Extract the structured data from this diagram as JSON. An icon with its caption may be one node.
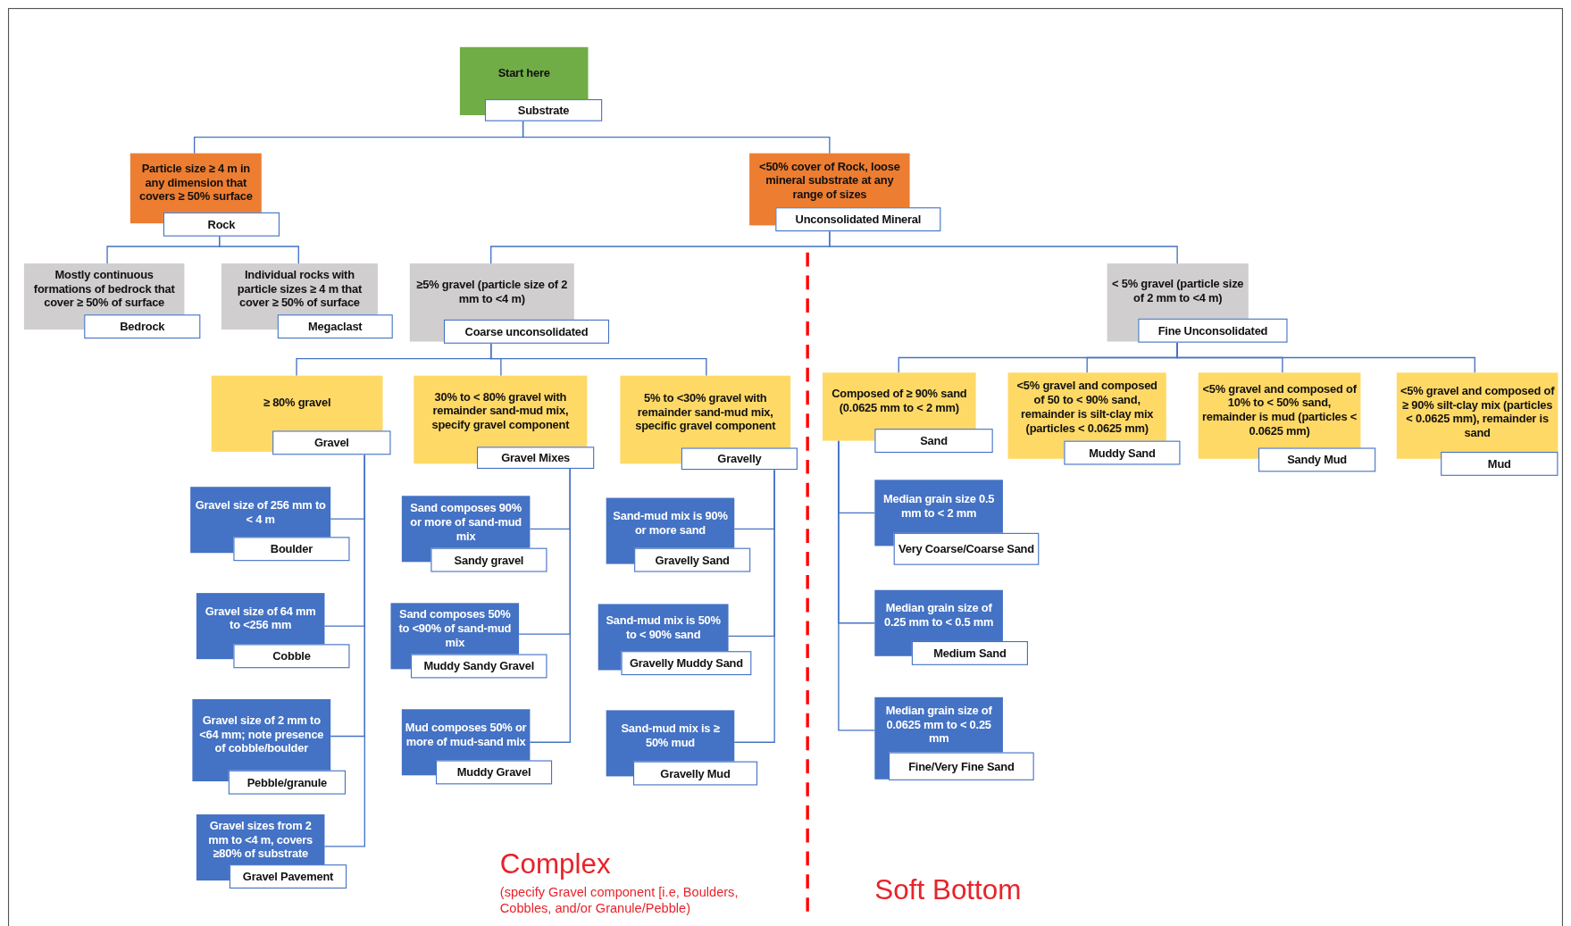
{
  "diagram": {
    "nodes": [
      {
        "text": [
          "Start here",
          "Substrate"
        ]
      },
      {
        "text": [
          "Particle size ≥ 4 m in any dimension that covers ≥ 50% surface",
          "Rock"
        ]
      },
      {
        "text": [
          "<50% cover of Rock, loose mineral substrate at any range of sizes",
          "Unconsolidated Mineral"
        ]
      },
      {
        "text": [
          "Mostly continuous formations of bedrock that cover ≥ 50% of surface",
          "Bedrock"
        ]
      },
      {
        "text": [
          "Individual rocks with particle sizes ≥ 4 m that cover ≥ 50% of surface",
          "Megaclast"
        ]
      },
      {
        "text": [
          "≥5% gravel (particle size of 2 mm to <4 m)",
          "Coarse unconsolidated"
        ]
      },
      {
        "text": [
          "< 5% gravel (particle size of 2 mm to <4 m)",
          "Fine Unconsolidated"
        ]
      },
      {
        "text": [
          "≥ 80% gravel",
          "Gravel"
        ]
      },
      {
        "text": [
          "30% to < 80% gravel with remainder sand-mud mix, specify gravel component",
          "Gravel Mixes"
        ]
      },
      {
        "text": [
          "5% to <30% gravel with remainder sand-mud mix, specific gravel component",
          "Gravelly"
        ]
      },
      {
        "text": [
          "Composed of ≥ 90% sand (0.0625 mm to < 2 mm)",
          "Sand"
        ]
      },
      {
        "text": [
          "<5% gravel and composed of 50 to < 90% sand, remainder is silt-clay mix (particles < 0.0625 mm)",
          "Muddy Sand"
        ]
      },
      {
        "text": [
          "<5% gravel and composed of 10% to < 50% sand, remainder is mud (particles < 0.0625 mm)",
          "Sandy Mud"
        ]
      },
      {
        "text": [
          "<5% gravel and composed of ≥ 90% silt-clay mix (particles < 0.0625 mm), remainder is sand",
          "Mud"
        ]
      },
      {
        "text": [
          "Gravel size of 256 mm to < 4 m",
          "Boulder"
        ]
      },
      {
        "text": [
          "Gravel size of 64 mm to <256 mm",
          "Cobble"
        ]
      },
      {
        "text": [
          "Gravel size of 2 mm to <64 mm; note presence of cobble/boulder",
          "Pebble/granule"
        ]
      },
      {
        "text": [
          "Gravel sizes from 2 mm to <4 m, covers ≥80% of substrate",
          "Gravel Pavement"
        ]
      },
      {
        "text": [
          "Sand composes 90% or more of sand-mud mix",
          "Sandy gravel"
        ]
      },
      {
        "text": [
          "Sand composes 50% to <90% of sand-mud mix",
          "Muddy Sandy Gravel"
        ]
      },
      {
        "text": [
          "Mud composes 50% or more of mud-sand mix",
          "Muddy Gravel"
        ]
      },
      {
        "text": [
          "Sand-mud mix is 90% or more sand",
          "Gravelly Sand"
        ]
      },
      {
        "text": [
          "Sand-mud mix is 50% to < 90% sand",
          "Gravelly Muddy Sand"
        ]
      },
      {
        "text": [
          "Sand-mud mix is ≥ 50% mud",
          "Gravelly Mud"
        ]
      },
      {
        "text": [
          "Median grain size 0.5 mm to < 2 mm",
          "Very Coarse/Coarse Sand"
        ]
      },
      {
        "text": [
          "Median grain size of 0.25 mm to < 0.5 mm",
          "Medium Sand"
        ]
      },
      {
        "text": [
          "Median grain size of 0.0625 mm to < 0.25 mm",
          "Fine/Very Fine Sand"
        ]
      }
    ],
    "edges": [
      {
        "from": 0,
        "to": 1,
        "arrow": "none"
      },
      {
        "from": 0,
        "to": 2,
        "arrow": "none"
      },
      {
        "from": 1,
        "to": 3,
        "arrow": "none"
      },
      {
        "from": 1,
        "to": 4,
        "arrow": "none"
      },
      {
        "from": 2,
        "to": 5,
        "arrow": "none"
      },
      {
        "from": 2,
        "to": 6,
        "arrow": "none"
      },
      {
        "from": 5,
        "to": 7,
        "arrow": "none"
      },
      {
        "from": 5,
        "to": 8,
        "arrow": "none"
      },
      {
        "from": 5,
        "to": 9,
        "arrow": "none"
      },
      {
        "from": 6,
        "to": 10,
        "arrow": "none"
      },
      {
        "from": 6,
        "to": 11,
        "arrow": "none"
      },
      {
        "from": 6,
        "to": 12,
        "arrow": "none"
      },
      {
        "from": 6,
        "to": 13,
        "arrow": "none"
      },
      {
        "from": 7,
        "to": 14,
        "arrow": "none"
      },
      {
        "from": 7,
        "to": 15,
        "arrow": "none"
      },
      {
        "from": 7,
        "to": 16,
        "arrow": "none"
      },
      {
        "from": 7,
        "to": 17,
        "arrow": "none"
      },
      {
        "from": 8,
        "to": 18,
        "arrow": "none"
      },
      {
        "from": 8,
        "to": 19,
        "arrow": "none"
      },
      {
        "from": 8,
        "to": 20,
        "arrow": "none"
      },
      {
        "from": 9,
        "to": 21,
        "arrow": "none"
      },
      {
        "from": 9,
        "to": 22,
        "arrow": "none"
      },
      {
        "from": 9,
        "to": 23,
        "arrow": "none"
      },
      {
        "from": 10,
        "to": 24,
        "arrow": "none"
      },
      {
        "from": 10,
        "to": 25,
        "arrow": "none"
      },
      {
        "from": 10,
        "to": 26,
        "arrow": "none"
      }
    ],
    "labels": [
      "Complex",
      "(specify Gravel component [i.e, Boulders, Cobbles, and/or Granule/Pebble)",
      "Soft Bottom"
    ]
  }
}
